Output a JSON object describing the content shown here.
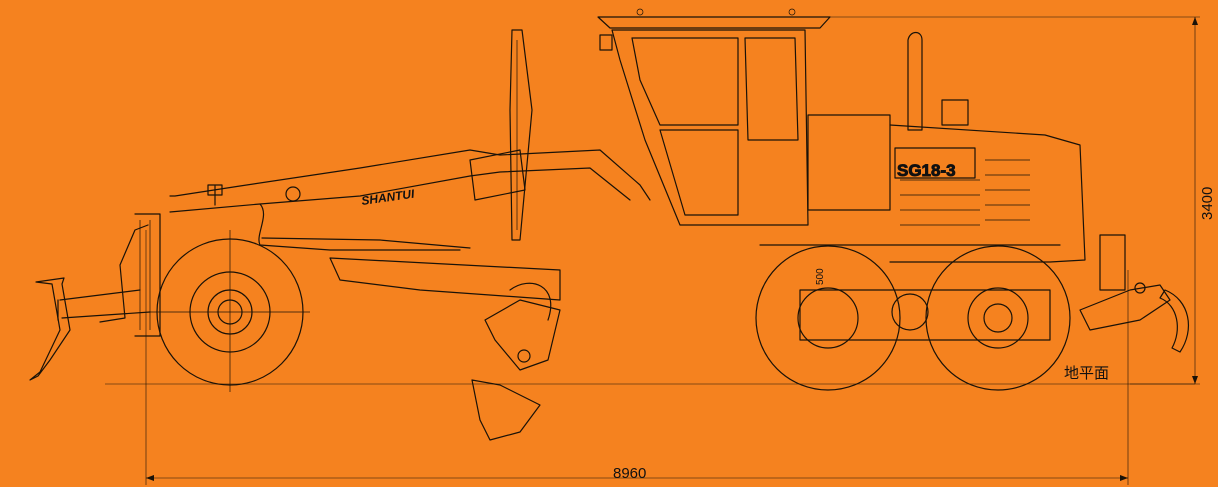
{
  "drawing": {
    "brand_label": "SHANTUI",
    "model_label": "SG18-3",
    "overall_length": "8960",
    "overall_height": "3400",
    "ground_label": "地平面",
    "dimension_500": "500"
  },
  "colors": {
    "background": "#F5821F",
    "line": "#1a1208"
  }
}
